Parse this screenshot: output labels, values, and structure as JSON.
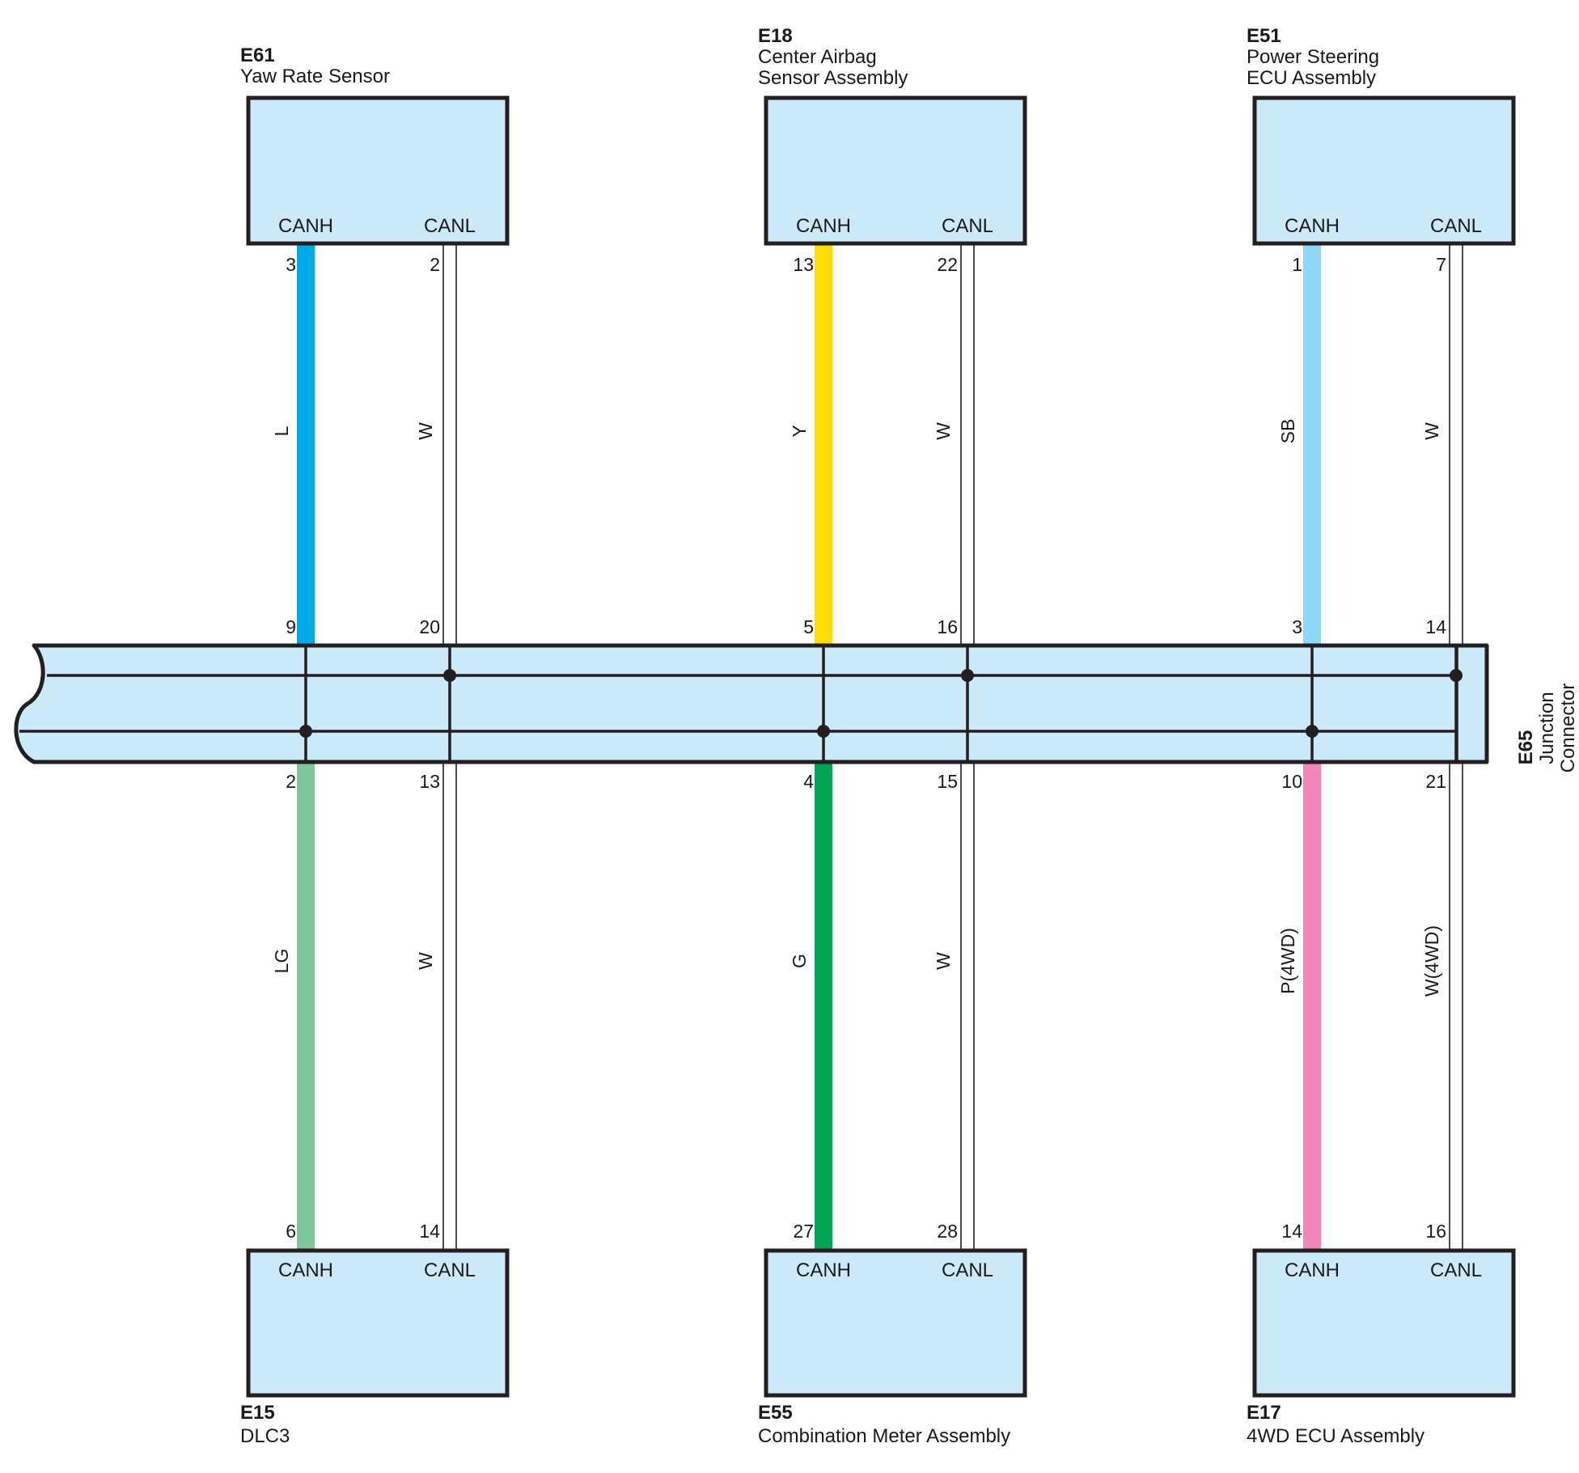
{
  "colors": {
    "box_fill": "#cce9f9",
    "outline": "#231f20",
    "L": "#00a9e8",
    "Y": "#ffdd00",
    "SB": "#8ed8f8",
    "LG": "#7fc79a",
    "G": "#00a651",
    "P": "#f086b8",
    "W": "#ffffff"
  },
  "junction": {
    "code": "E65",
    "name_lines": [
      "Junction",
      "Connector"
    ]
  },
  "top_components": [
    {
      "code": "E61",
      "name_lines": [
        "Yaw Rate Sensor"
      ],
      "canh": {
        "label": "CANH",
        "pin": "3",
        "junction_pin": "9",
        "wire": "L",
        "wire_color": "L"
      },
      "canl": {
        "label": "CANL",
        "pin": "2",
        "junction_pin": "20",
        "wire": "W",
        "wire_color": "W"
      }
    },
    {
      "code": "E18",
      "name_lines": [
        "Center Airbag",
        "Sensor Assembly"
      ],
      "canh": {
        "label": "CANH",
        "pin": "13",
        "junction_pin": "5",
        "wire": "Y",
        "wire_color": "Y"
      },
      "canl": {
        "label": "CANL",
        "pin": "22",
        "junction_pin": "16",
        "wire": "W",
        "wire_color": "W"
      }
    },
    {
      "code": "E51",
      "name_lines": [
        "Power Steering",
        "ECU Assembly"
      ],
      "canh": {
        "label": "CANH",
        "pin": "1",
        "junction_pin": "3",
        "wire": "SB",
        "wire_color": "SB"
      },
      "canl": {
        "label": "CANL",
        "pin": "7",
        "junction_pin": "14",
        "wire": "W",
        "wire_color": "W"
      }
    }
  ],
  "bottom_components": [
    {
      "code": "E15",
      "name_lines": [
        "DLC3"
      ],
      "canh": {
        "label": "CANH",
        "pin": "6",
        "junction_pin": "2",
        "wire": "LG",
        "wire_color": "LG"
      },
      "canl": {
        "label": "CANL",
        "pin": "14",
        "junction_pin": "13",
        "wire": "W",
        "wire_color": "W"
      }
    },
    {
      "code": "E55",
      "name_lines": [
        "Combination Meter Assembly"
      ],
      "canh": {
        "label": "CANH",
        "pin": "27",
        "junction_pin": "4",
        "wire": "G",
        "wire_color": "G"
      },
      "canl": {
        "label": "CANL",
        "pin": "28",
        "junction_pin": "15",
        "wire": "W",
        "wire_color": "W"
      }
    },
    {
      "code": "E17",
      "name_lines": [
        "4WD ECU Assembly"
      ],
      "canh": {
        "label": "CANH",
        "pin": "14",
        "junction_pin": "10",
        "wire": "P(4WD)",
        "wire_color": "P"
      },
      "canl": {
        "label": "CANL",
        "pin": "16",
        "junction_pin": "21",
        "wire": "W(4WD)",
        "wire_color": "W"
      }
    }
  ]
}
